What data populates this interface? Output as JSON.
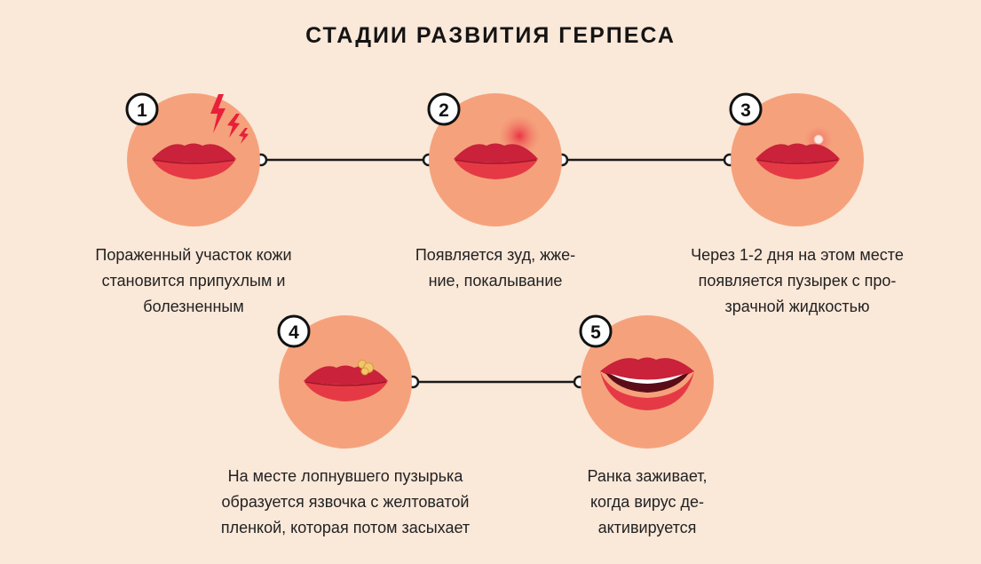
{
  "title": "СТАДИИ РАЗВИТИЯ ГЕРПЕСА",
  "colors": {
    "background": "#fae8d9",
    "circle": "#f5a27c",
    "lip_dark": "#c9223a",
    "lip_light": "#e53a45",
    "line": "#1a1a1a"
  },
  "stages": [
    {
      "number": "1",
      "icon": "lips-lightning-icon",
      "caption": [
        "Пораженный участок кожи",
        "становится припухлым и",
        "болезненным"
      ]
    },
    {
      "number": "2",
      "icon": "lips-redness-icon",
      "caption": [
        "Появляется зуд, жже-",
        "ние, покалывание"
      ]
    },
    {
      "number": "3",
      "icon": "lips-blister-icon",
      "caption": [
        "Через 1-2 дня на этом месте",
        "появляется пузырек с про-",
        "зрачной жидкостью"
      ]
    },
    {
      "number": "4",
      "icon": "lips-sore-icon",
      "caption": [
        "На месте лопнувшего пузырька",
        "образуется язвочка с желтоватой",
        "пленкой, которая потом засыхает"
      ]
    },
    {
      "number": "5",
      "icon": "lips-smile-icon",
      "caption": [
        "Ранка заживает,",
        "когда вирус де-",
        "активируется"
      ]
    }
  ]
}
